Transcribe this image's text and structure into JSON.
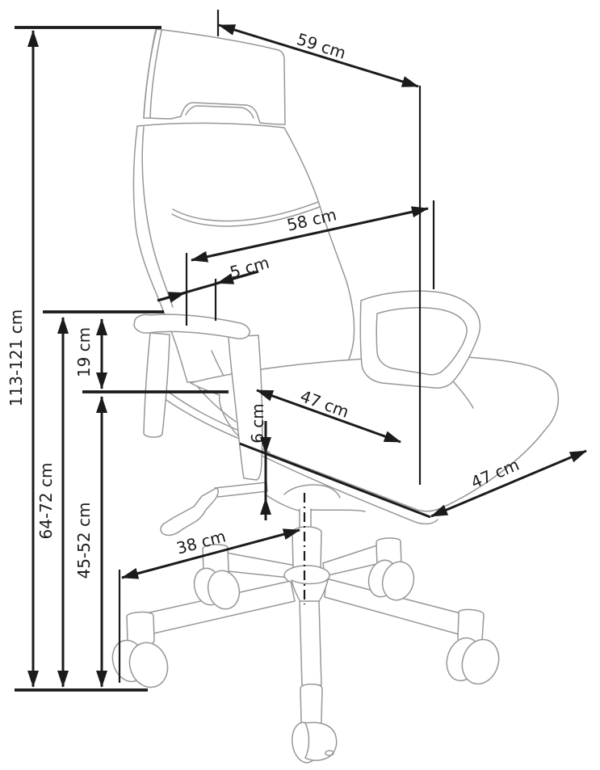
{
  "diagram": {
    "title": "office chair dimension diagram",
    "unit": "cm",
    "dimensions": {
      "total_height": "113-121 cm",
      "armrest_height_from_floor": "64-72 cm",
      "seat_to_armrest": "19 cm",
      "seat_height": "45-52 cm",
      "headrest_width": "59 cm",
      "backrest_width": "58 cm",
      "backrest_offset": "5 cm",
      "seat_width": "47 cm",
      "seat_depth": "47 cm",
      "seat_edge_thickness": "6 cm",
      "base_radius": "38 cm"
    },
    "labels": [
      {
        "id": "total-height",
        "text": "113-121 cm"
      },
      {
        "id": "armrest-height",
        "text": "64-72 cm"
      },
      {
        "id": "seat-to-armrest",
        "text": "19 cm"
      },
      {
        "id": "seat-height",
        "text": "45-52 cm"
      },
      {
        "id": "seat-edge",
        "text": "6 cm"
      },
      {
        "id": "headrest-width",
        "text": "59 cm"
      },
      {
        "id": "backrest-width",
        "text": "58 cm"
      },
      {
        "id": "backrest-offset",
        "text": "5 cm"
      },
      {
        "id": "seat-width",
        "text": "47 cm"
      },
      {
        "id": "seat-depth",
        "text": "47 cm"
      },
      {
        "id": "base-radius",
        "text": "38 cm"
      }
    ]
  },
  "colors": {
    "dimension_lines": "#1b1b1b",
    "chair_outline": "#979797",
    "background": "#ffffff"
  }
}
